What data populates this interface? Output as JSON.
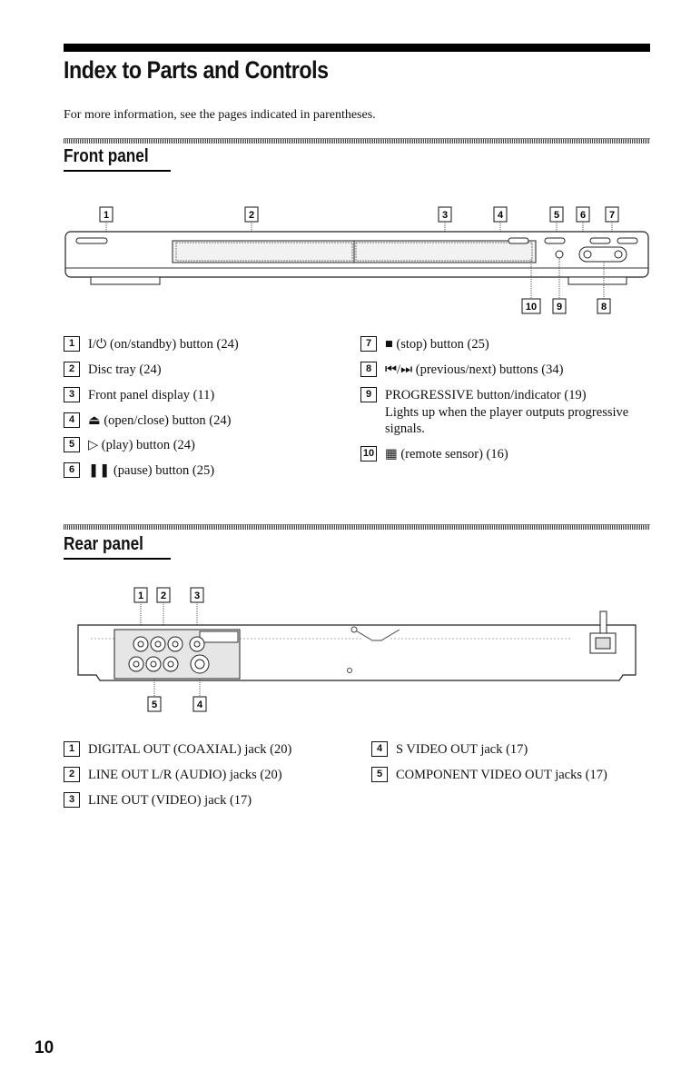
{
  "page": {
    "title": "Index to Parts and Controls",
    "intro": "For more information, see the pages indicated in parentheses.",
    "page_number": "10"
  },
  "front_panel": {
    "heading": "Front panel",
    "callouts_top": [
      "1",
      "2",
      "3",
      "4",
      "5",
      "6",
      "7"
    ],
    "callouts_bottom": [
      "10",
      "9",
      "8"
    ],
    "items_left": [
      {
        "num": "1",
        "text": "I/⏻ (on/standby) button (24)"
      },
      {
        "num": "2",
        "text": "Disc tray (24)"
      },
      {
        "num": "3",
        "text": "Front panel display (11)"
      },
      {
        "num": "4",
        "text": "⏏ (open/close) button (24)"
      },
      {
        "num": "5",
        "text": "▷ (play) button (24)"
      },
      {
        "num": "6",
        "text": "❚❚ (pause) button (25)"
      }
    ],
    "items_right": [
      {
        "num": "7",
        "text": "■ (stop) button (25)"
      },
      {
        "num": "8",
        "text": "⏮/⏭ (previous/next) buttons (34)"
      },
      {
        "num": "9",
        "text": "PROGRESSIVE button/indicator (19)",
        "sub": "Lights up when the player outputs progressive signals."
      },
      {
        "num": "10",
        "text": "▦ (remote sensor) (16)"
      }
    ]
  },
  "rear_panel": {
    "heading": "Rear panel",
    "callouts_top": [
      "1",
      "2",
      "3"
    ],
    "callouts_bottom": [
      "5",
      "4"
    ],
    "items_left": [
      {
        "num": "1",
        "text": "DIGITAL OUT (COAXIAL) jack (20)"
      },
      {
        "num": "2",
        "text": "LINE OUT L/R (AUDIO) jacks (20)"
      },
      {
        "num": "3",
        "text": "LINE OUT (VIDEO) jack (17)"
      }
    ],
    "items_right": [
      {
        "num": "4",
        "text": "S VIDEO OUT jack (17)"
      },
      {
        "num": "5",
        "text": "COMPONENT VIDEO OUT jacks (17)"
      }
    ]
  }
}
